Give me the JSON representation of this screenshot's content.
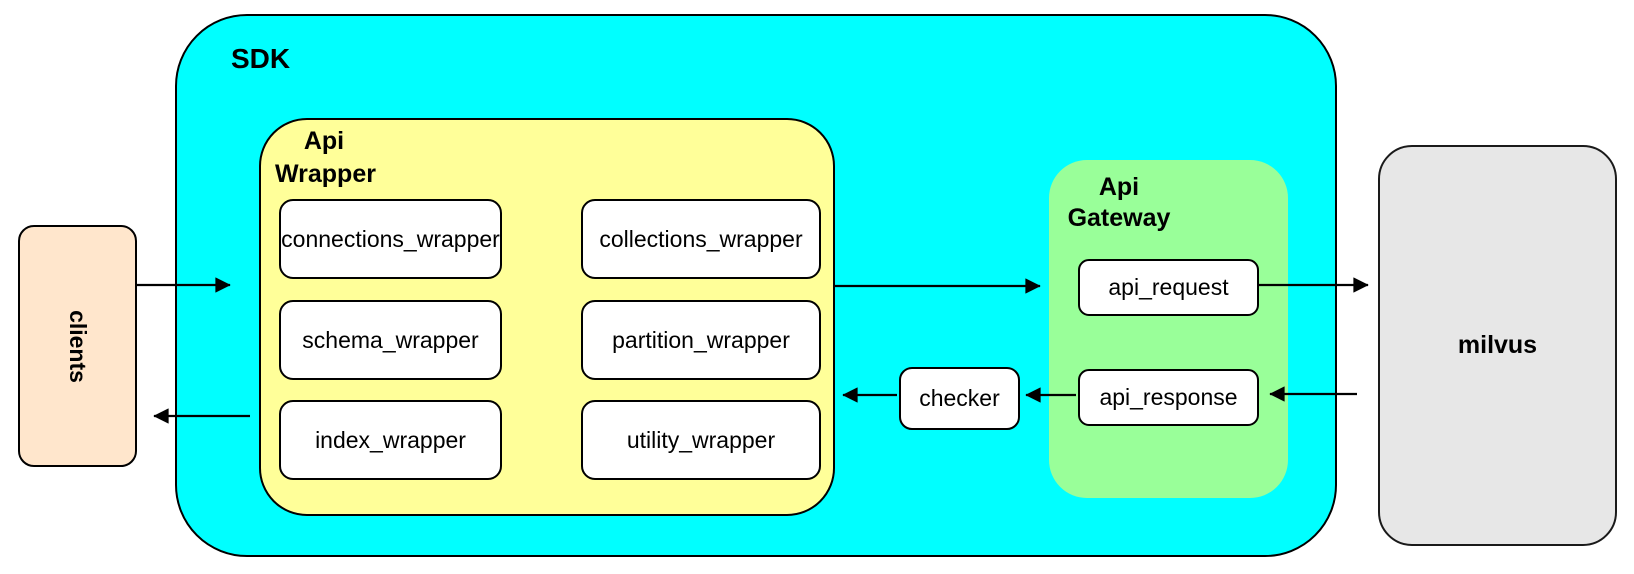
{
  "colors": {
    "sdk_fill": "#00ffff",
    "wrapper_fill": "#ffff99",
    "gateway_fill": "#99ff99",
    "clients_fill": "#ffe6cc",
    "milvus_fill": "#e7e7e7",
    "node_fill": "#ffffff",
    "stroke": "#000000"
  },
  "nodes": {
    "clients": "clients",
    "sdk": "SDK",
    "api_wrapper": "Api\nWrapper",
    "wrapper_modules": [
      "connections_wrapper",
      "collections_wrapper",
      "schema_wrapper",
      "partition_wrapper",
      "index_wrapper",
      "utility_wrapper"
    ],
    "api_gateway": "Api\nGateway",
    "api_request": "api_request",
    "api_response": "api_response",
    "checker": "checker",
    "milvus": "milvus"
  },
  "connections": [
    {
      "from": "clients",
      "to": "sdk"
    },
    {
      "from": "sdk",
      "to": "clients"
    },
    {
      "from": "api_wrapper",
      "to": "api_gateway"
    },
    {
      "from": "api_request",
      "to": "milvus"
    },
    {
      "from": "milvus",
      "to": "api_response"
    },
    {
      "from": "api_response",
      "to": "checker"
    },
    {
      "from": "checker",
      "to": "api_wrapper"
    }
  ]
}
